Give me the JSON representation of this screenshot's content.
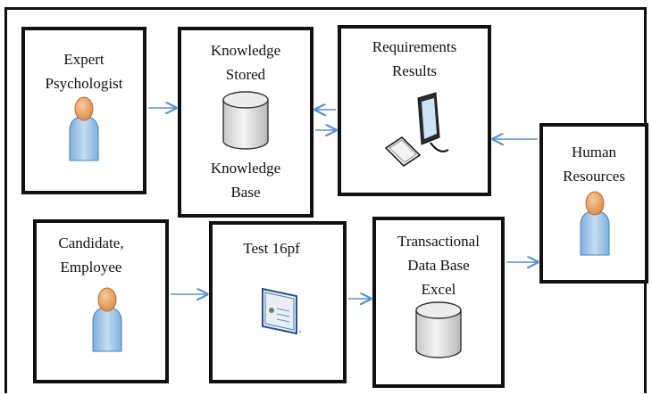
{
  "nodes": {
    "expert": {
      "line1": "Expert",
      "line2": "Psychologist",
      "icon": "person-icon"
    },
    "knowledge": {
      "line1": "Knowledge",
      "line2": "Stored",
      "line3": "Knowledge",
      "line4": "Base",
      "icon": "database-icon"
    },
    "requirements": {
      "line1": "Requirements",
      "line2": "Results",
      "icon": "computer-icon"
    },
    "human_resources": {
      "line1": "Human",
      "line2": "Resources",
      "icon": "person-icon"
    },
    "candidate": {
      "line1": "Candidate,",
      "line2": "Employee",
      "icon": "person-icon"
    },
    "test": {
      "line1": "Test 16pf",
      "icon": "certificate-icon"
    },
    "transactional": {
      "line1": "Transactional",
      "line2": "Data Base",
      "line3": "Excel",
      "icon": "database-icon"
    }
  },
  "colors": {
    "arrow": "#5b8fd0",
    "border": "#111111",
    "person_body": "#9cc3e6",
    "person_head": "#e9a96c"
  }
}
